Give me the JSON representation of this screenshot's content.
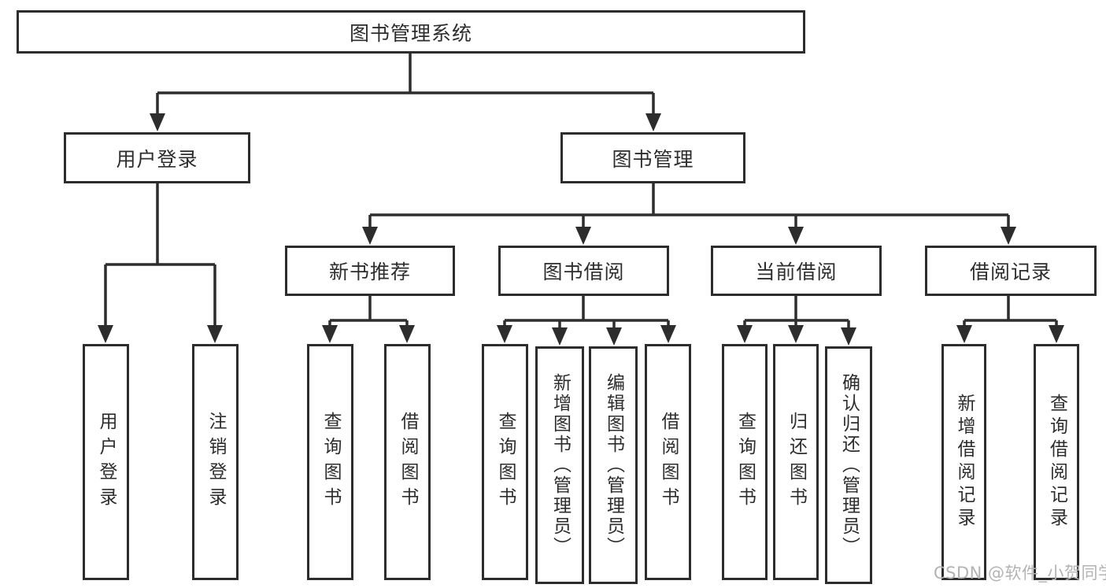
{
  "tree": {
    "root": "图书管理系统",
    "branches": [
      {
        "label": "用户登录",
        "children": [
          "用户登录",
          "注销登录"
        ]
      },
      {
        "label": "图书管理",
        "children": [
          {
            "label": "新书推荐",
            "children": [
              "查询图书",
              "借阅图书"
            ]
          },
          {
            "label": "图书借阅",
            "children": [
              "查询图书",
              "新增图书（管理员）",
              "编辑图书（管理员）",
              "借阅图书"
            ]
          },
          {
            "label": "当前借阅",
            "children": [
              "查询图书",
              "归还图书",
              "确认归还（管理员）"
            ]
          },
          {
            "label": "借阅记录",
            "children": [
              "新增借阅记录",
              "查询借阅记录"
            ]
          }
        ]
      }
    ]
  },
  "watermark": "CSDN @软件_小贺同学",
  "colors": {
    "line": "#2d2d2d",
    "box_border": "#2d2d2d",
    "box_bg": "#ffffff",
    "text": "#2d2d2d",
    "watermark": "#b3b3b3",
    "background": "#ffffff"
  }
}
